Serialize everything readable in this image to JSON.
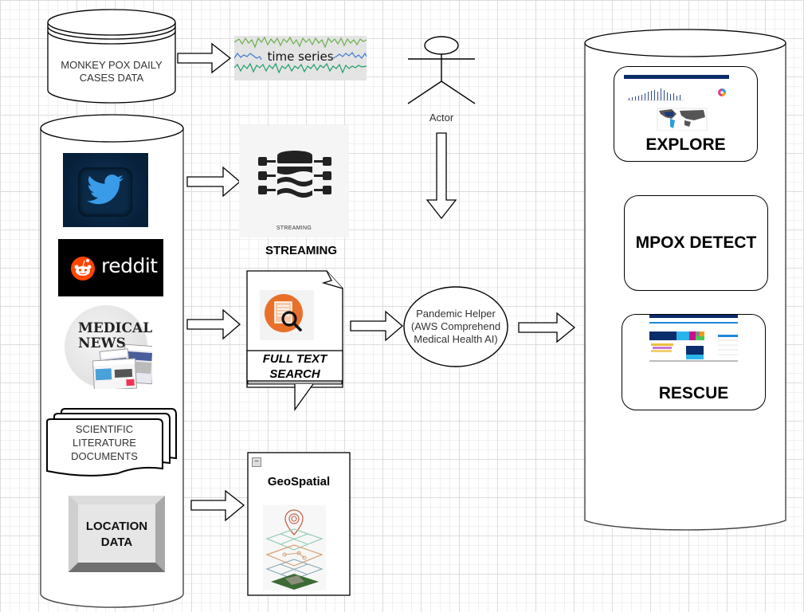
{
  "diagram": {
    "sources": {
      "daily_cases": "MONKEY POX DAILY CASES DATA",
      "daily_cases_line1": "MONKEY POX DAILY",
      "daily_cases_line2": "CASES DATA",
      "twitter_icon": "twitter-logo",
      "reddit_label": "reddit",
      "medical_news_line1": "MEDICAL",
      "medical_news_line2": "NEWS",
      "scientific_line1": "SCIENTIFIC",
      "scientific_line2": "LITERATURE",
      "scientific_line3": "DOCUMENTS",
      "location_line1": "LOCATION",
      "location_line2": "DATA"
    },
    "time_series": {
      "label": "time series"
    },
    "actor": {
      "label": "Actor"
    },
    "streaming": {
      "image_caption": "STREAMING",
      "label": "STREAMING"
    },
    "full_text_search": {
      "line1": "FULL TEXT",
      "line2": "SEARCH"
    },
    "pandemic_helper": {
      "line1": "Pandemic Helper",
      "line2": "(AWS Comprehend",
      "line3": "Medical Health AI)"
    },
    "geospatial": {
      "label": "GeoSpatial",
      "collapse_symbol": "−"
    },
    "outputs": {
      "explore": "EXPLORE",
      "mpox_detect": "MPOX DETECT",
      "rescue": "RESCUE"
    }
  },
  "colors": {
    "twitter_bg": "#0b2540",
    "twitter_blue": "#3a9be8",
    "reddit_orange": "#ff4500",
    "search_orange": "#e8702a",
    "ts_green": "#6ab04c",
    "ts_blue": "#3a7bd5",
    "ts_teal": "#1e9e6a",
    "navy": "#0a2d6b"
  }
}
